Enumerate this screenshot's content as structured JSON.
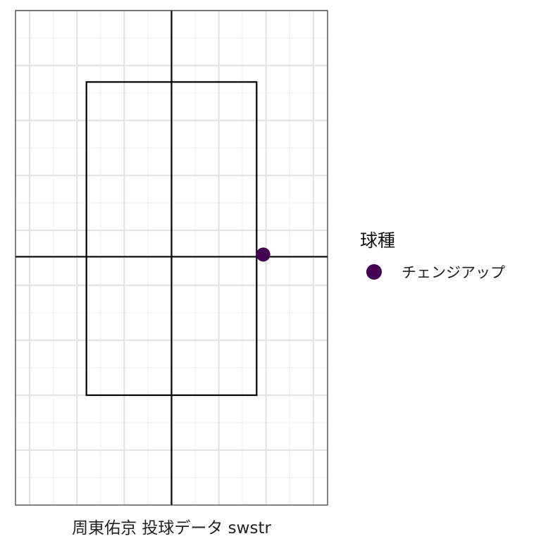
{
  "chart_data": {
    "type": "scatter",
    "xlabel": "周東佑京 投球データ swstr",
    "ylabel": "",
    "xlim": [
      -1.65,
      1.65
    ],
    "ylim": [
      0.0,
      4.5
    ],
    "grid": true,
    "legend_placement": "right",
    "legend": {
      "title": "球種",
      "entries": [
        {
          "label": "チェンジアップ",
          "color": "#440154"
        }
      ]
    },
    "strike_zone": {
      "x": [
        -0.9,
        0.9
      ],
      "y": [
        1.0,
        3.85
      ]
    },
    "reference_lines": {
      "x": 0.0,
      "y": 2.26
    },
    "points": [
      {
        "x": 0.97,
        "y": 2.28,
        "pitch": "チェンジアップ"
      }
    ]
  }
}
